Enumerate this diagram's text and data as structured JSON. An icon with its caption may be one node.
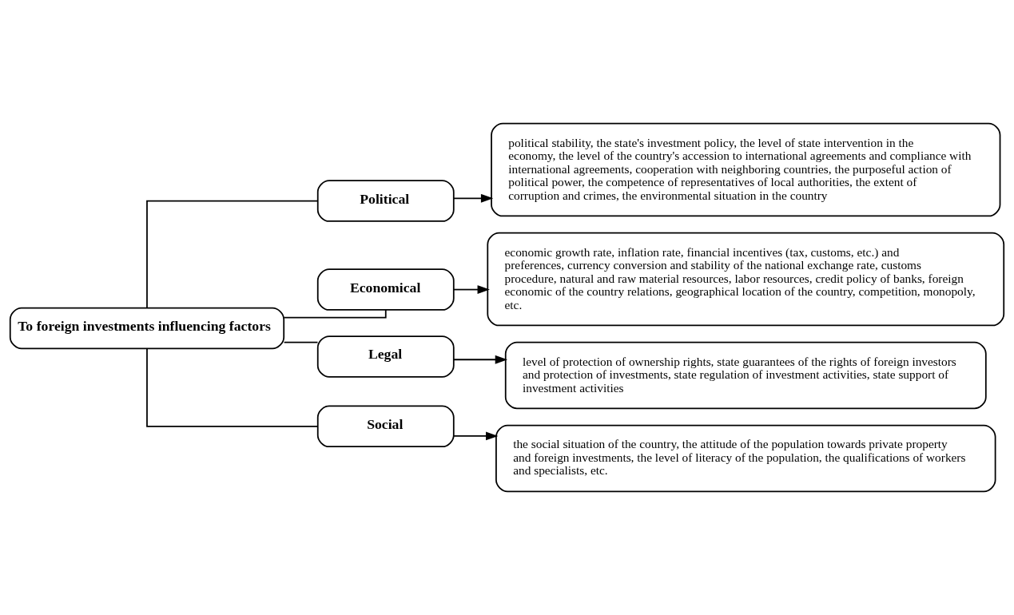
{
  "diagram": {
    "nodes": [
      {
        "text": [
          "To foreign investments influencing factors"
        ]
      },
      {
        "text": [
          "Political"
        ]
      },
      {
        "text": [
          "political stability, the state's investment policy, the level of state intervention in the economy, the level of the country's accession to international agreements and compliance with international agreements, cooperation with neighboring countries, the purposeful action of political power, the competence of representatives of local authorities, the extent of corruption and crimes, the environmental situation in the country"
        ]
      },
      {
        "text": [
          "Economical"
        ]
      },
      {
        "text": [
          "economic growth rate, inflation rate, financial incentives (tax, customs, etc.) and preferences, currency conversion and stability of the national exchange rate, customs procedure, natural and raw material resources, labor resources, credit policy of banks, foreign economic of the country relations, geographical location of the country, competition, monopoly, etc."
        ]
      },
      {
        "text": [
          "Legal"
        ]
      },
      {
        "text": [
          "level of protection of ownership rights, state guarantees of the rights of foreign investors and protection of investments, state regulation of investment activities, state support of investment activities"
        ]
      },
      {
        "text": [
          "Social"
        ]
      },
      {
        "text": [
          "the social situation of the country, the attitude of the population towards private property and foreign investments, the level of literacy of the population, the qualifications of workers and specialists, etc."
        ]
      }
    ],
    "edges": [
      {
        "from": 0,
        "to": 1,
        "arrow": "none"
      },
      {
        "from": 0,
        "to": 3,
        "arrow": "none"
      },
      {
        "from": 0,
        "to": 5,
        "arrow": "none"
      },
      {
        "from": 0,
        "to": 7,
        "arrow": "none"
      },
      {
        "from": 1,
        "to": 2,
        "arrow": "to"
      },
      {
        "from": 3,
        "to": 4,
        "arrow": "to"
      },
      {
        "from": 5,
        "to": 6,
        "arrow": "to"
      },
      {
        "from": 7,
        "to": 8,
        "arrow": "to"
      }
    ]
  }
}
